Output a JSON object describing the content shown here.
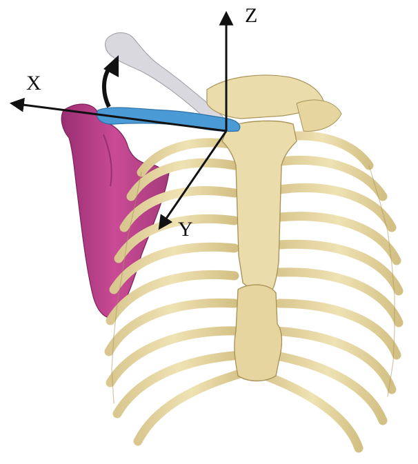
{
  "figure": {
    "axes": {
      "x_label": "X",
      "y_label": "Y",
      "z_label": "Z"
    },
    "colors": {
      "bone": "#e8d9a4",
      "bone_shade": "#b9a56d",
      "scapula": "#c2478f",
      "scapula_shade": "#8e2c69",
      "clavicle": "#4a9ad6",
      "humerus": "#d8d8de",
      "axis": "#111111"
    },
    "icons": [
      "rotation-arrow-icon"
    ]
  }
}
